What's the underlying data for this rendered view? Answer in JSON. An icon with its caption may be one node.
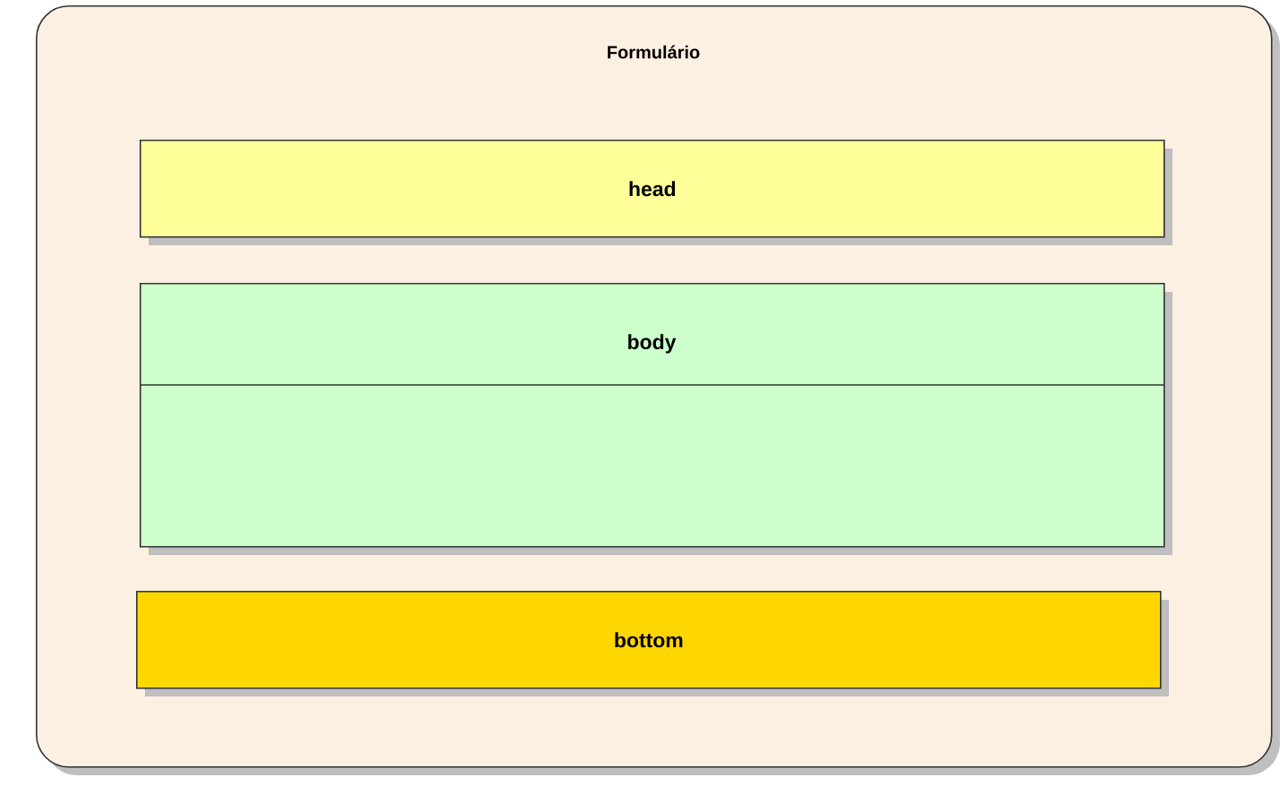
{
  "diagram": {
    "nodes": [
      {
        "text": [
          "Formulário"
        ]
      },
      {
        "text": [
          "head"
        ],
        "in": 0
      },
      {
        "text": [
          "body"
        ],
        "in": 0
      },
      {
        "text": [
          "bottom"
        ],
        "in": 0
      }
    ]
  }
}
